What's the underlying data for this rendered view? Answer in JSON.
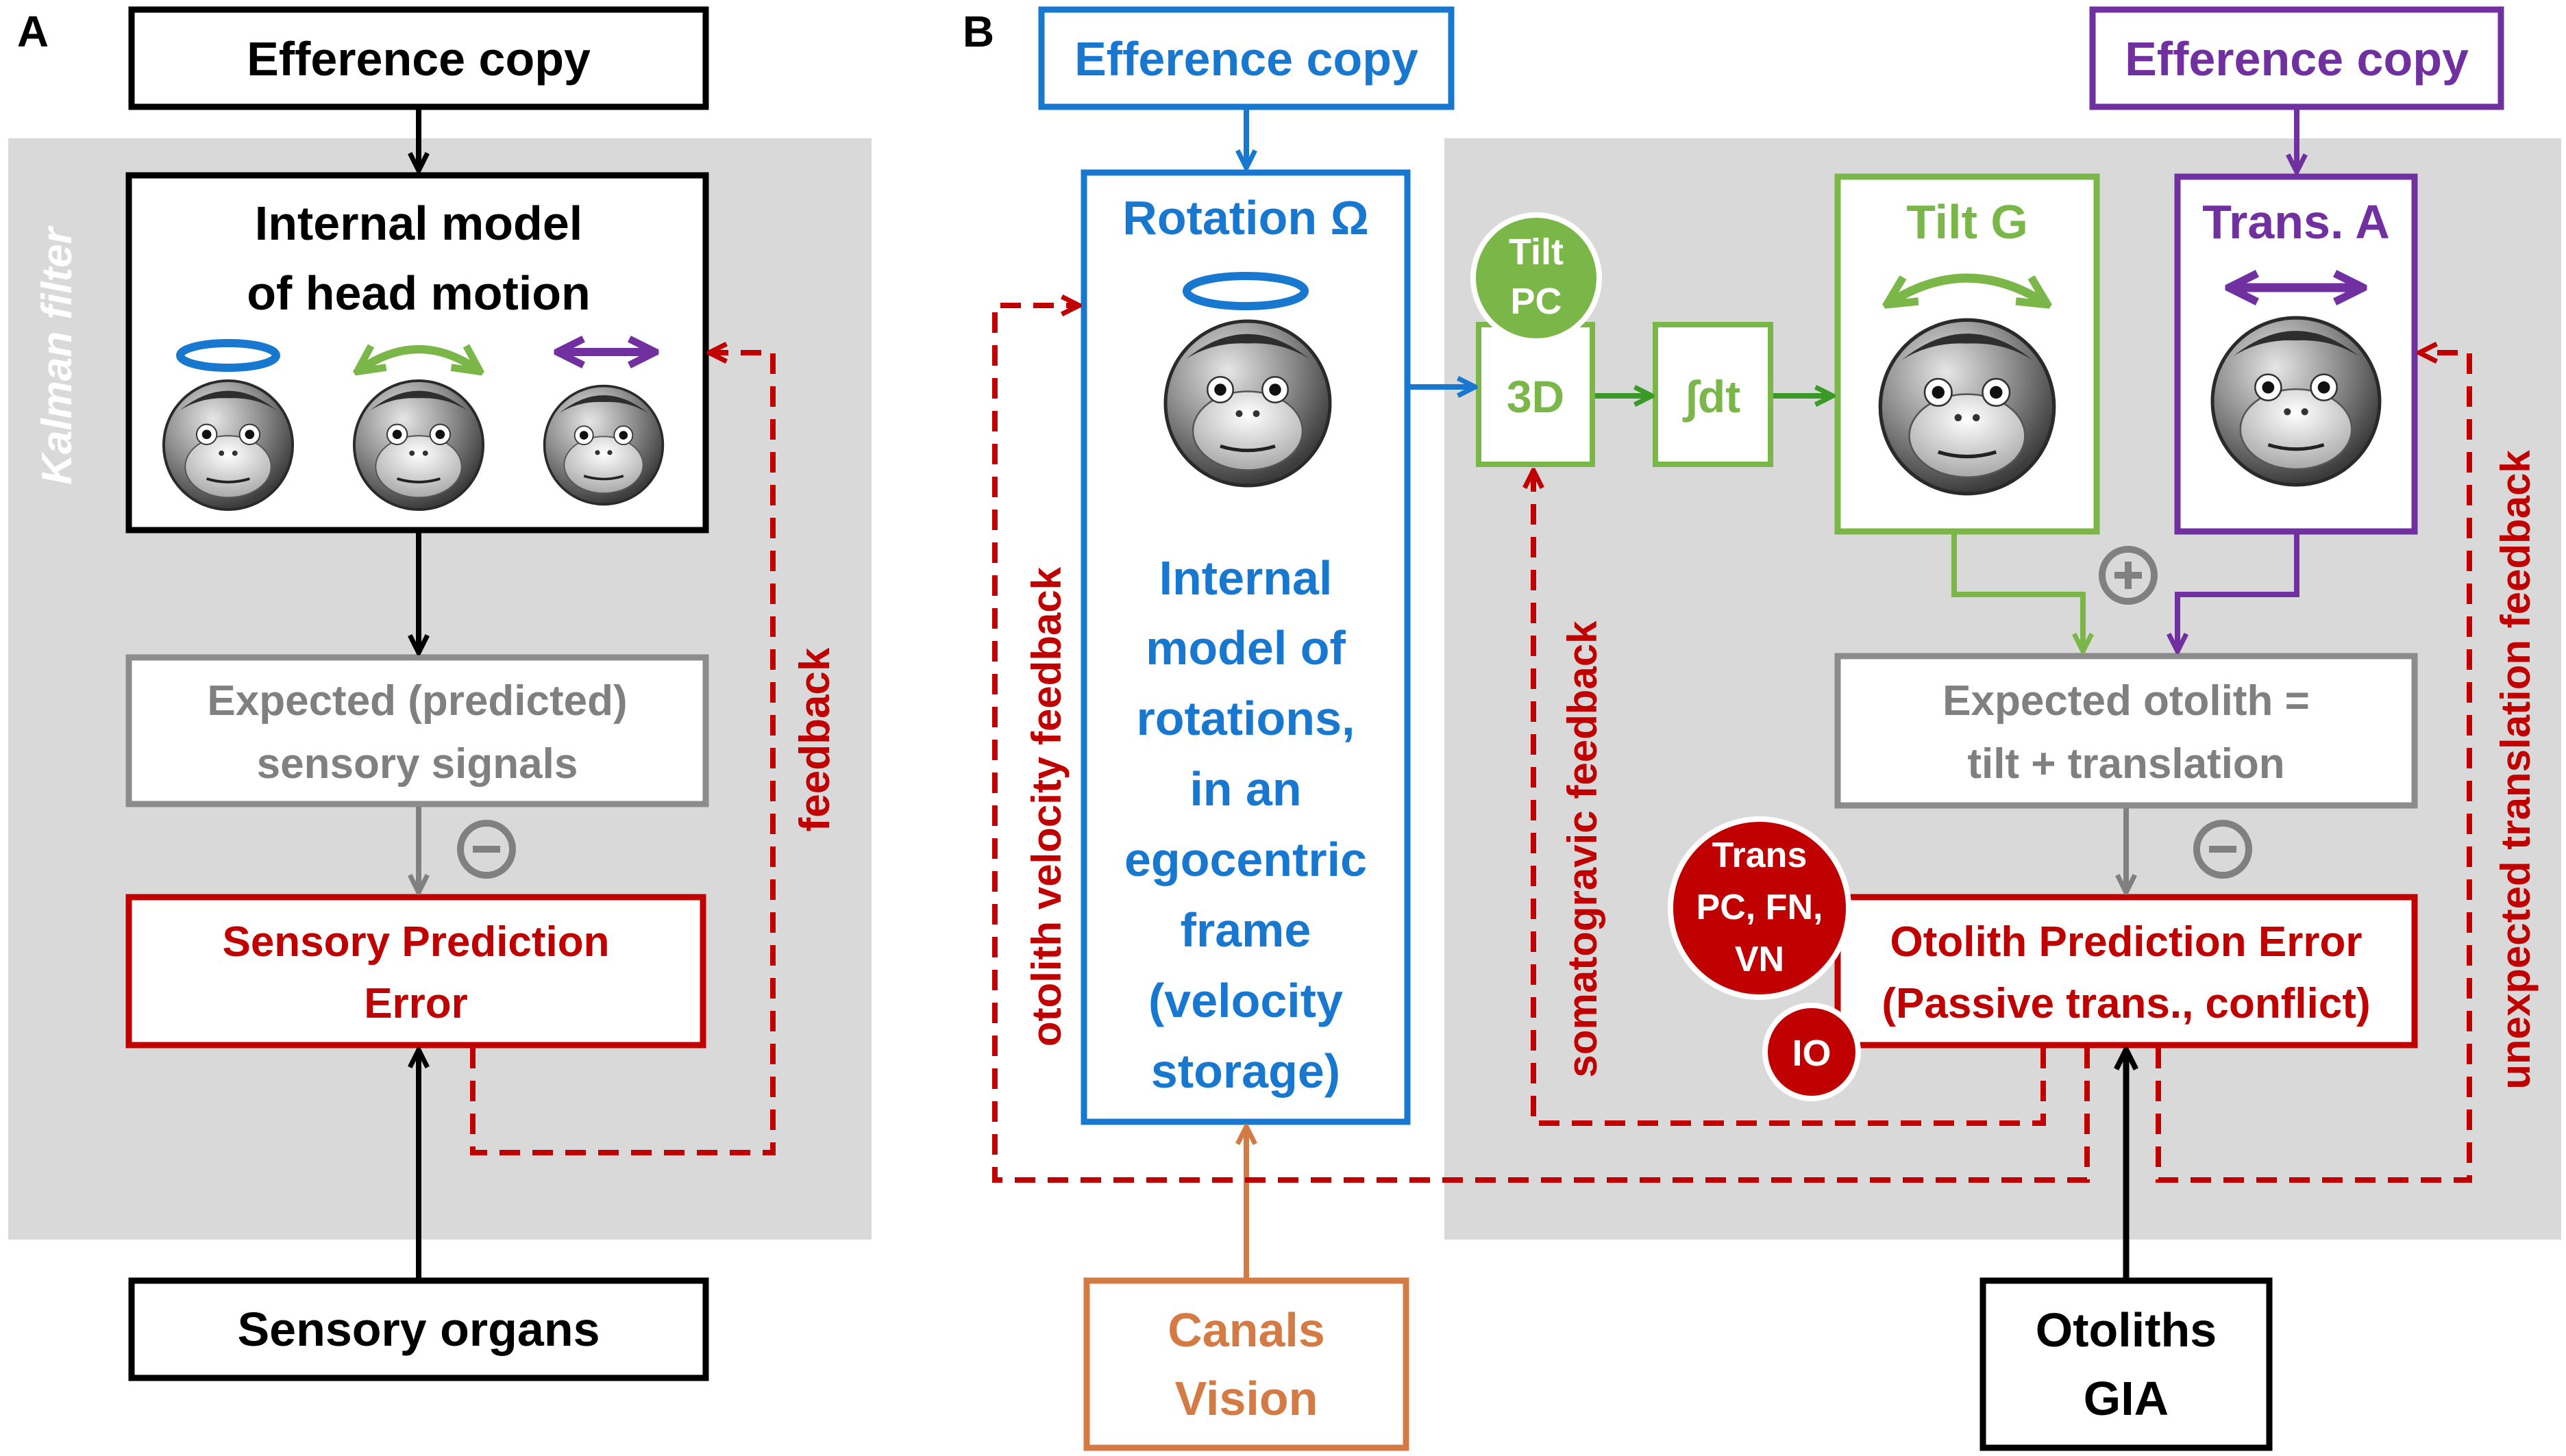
{
  "colors": {
    "black": "#000000",
    "gray_bg": "#d9d9d9",
    "gray_text": "#808080",
    "red": "#c00000",
    "blue": "#1878d0",
    "green": "#7ab648",
    "green_dark": "#3a9a28",
    "purple": "#7030a0",
    "orange": "#d47a45"
  },
  "panel_a": {
    "label": "A",
    "filter_label": "Kalman filter",
    "efference_copy": "Efference copy",
    "internal_model": [
      "Internal model",
      "of head motion"
    ],
    "expected": [
      "Expected (predicted)",
      "sensory signals"
    ],
    "minus_sign": "−",
    "error": [
      "Sensory Prediction",
      "Error"
    ],
    "sensory_organs": "Sensory organs",
    "feedback": "feedback"
  },
  "panel_b": {
    "label": "B",
    "efference_copy_blue": "Efference copy",
    "efference_copy_purple": "Efference copy",
    "rotation_title": "Rotation Ω",
    "rotation_text": [
      "Internal",
      "model of",
      "rotations,",
      "in an",
      "egocentric",
      "frame",
      "(velocity",
      "storage)"
    ],
    "tilt_pc": [
      "Tilt",
      "PC"
    ],
    "three_d": "3D",
    "integral": "∫dt",
    "tilt_g": "Tilt G",
    "trans_a": "Trans. A",
    "plus_sign": "+",
    "minus_sign": "−",
    "expected_otolith": [
      "Expected otolith =",
      "tilt + translation"
    ],
    "trans_circle": [
      "Trans",
      "PC, FN,",
      "VN"
    ],
    "io": "IO",
    "otolith_error": [
      "Otolith Prediction Error",
      "(Passive trans., conflict)"
    ],
    "canals_vision": [
      "Canals",
      "Vision"
    ],
    "otoliths_gia": [
      "Otoliths",
      "GIA"
    ],
    "otolith_velocity_feedback": "otolith velocity feedback",
    "somatogravic_feedback": "somatogravic feedback",
    "unexpected_translation_feedback": "unexpected translation feedback"
  }
}
